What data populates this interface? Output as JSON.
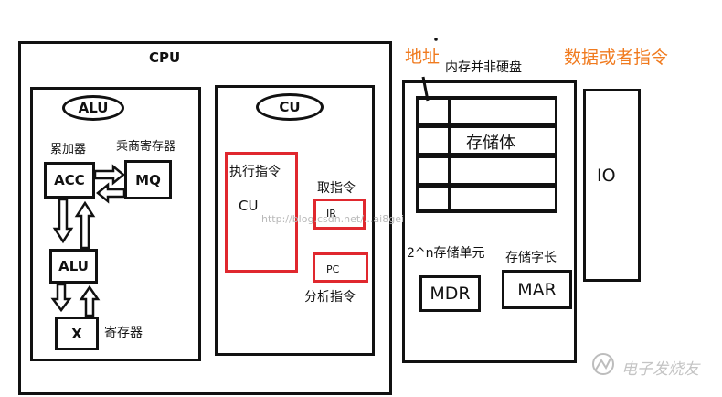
{
  "cpu": {
    "title": "CPU",
    "alu": {
      "title": "ALU",
      "accumulator_label": "累加器",
      "mq_register_label": "乘商寄存器",
      "acc": "ACC",
      "mq": "MQ",
      "alu_unit": "ALU",
      "x": "X",
      "register_label": "寄存器"
    },
    "cu": {
      "title": "CU",
      "execute_label": "执行指令",
      "cu_inner": "CU",
      "fetch_label": "取指令",
      "ir": "IR",
      "pc": "PC",
      "analyze_label": "分析指令"
    }
  },
  "memory": {
    "address_label": "地址",
    "memory_not_disk": "内存并非硬盘",
    "data_or_instruction": "数据或者指令",
    "storage_body": "存储体",
    "cells_label": "2^n存储单元",
    "word_length_label": "存储字长",
    "mdr": "MDR",
    "mar": "MAR"
  },
  "io": {
    "label": "IO"
  },
  "watermark": {
    "url": "http://blog.csdn.net/...ai8gei",
    "brand": "电子发烧友"
  },
  "colors": {
    "accent_red": "#e0282e",
    "orange": "#f07a1e",
    "line": "#111111",
    "watermark": "#b9b9b9"
  }
}
